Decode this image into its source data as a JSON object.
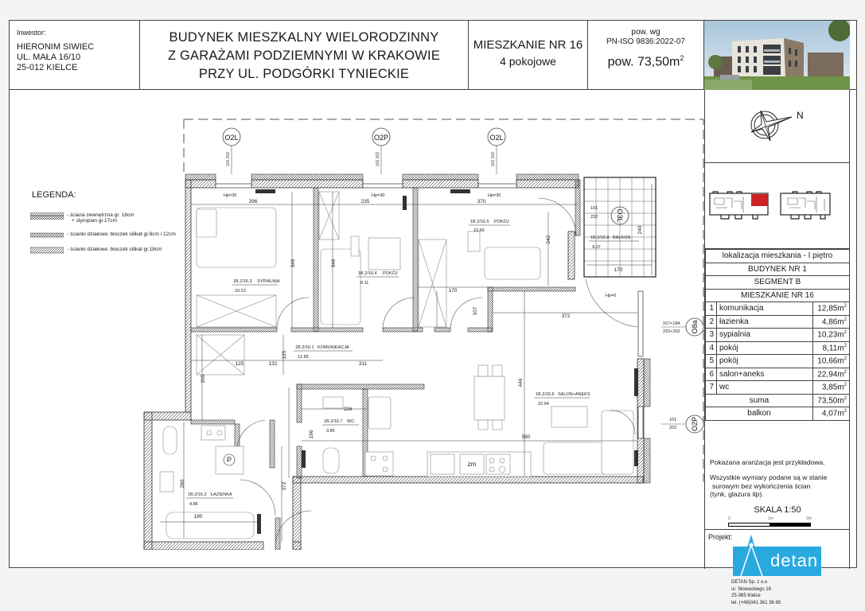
{
  "header": {
    "investor_label": "Inwestor:",
    "investor_lines": [
      "HIERONIM SIWIEC",
      "UL. MAŁA 16/10",
      "25-012 KIELCE"
    ],
    "title_lines": [
      "BUDYNEK MIESZKALNY WIELORODZINNY",
      "Z GARAŻAMI PODZIEMNYMI W KRAKOWIE",
      "PRZY UL. PODGÓRKI TYNIECKIE"
    ],
    "apartment_number": "MIESZKANIE NR 16",
    "rooms_count": "4 pokojowe",
    "standard_line1": "pow. wg",
    "standard_line2": "PN-ISO 9836:2022-07",
    "area_text": "pow. 73,50m",
    "area_sup": "2"
  },
  "compass": {
    "north_label": "N"
  },
  "legend": {
    "title": "LEGENDA:",
    "items": [
      {
        "line1": "- ściana zewnętrzna  gr. 18cm",
        "line2": "+ styropian gr.17cm"
      },
      {
        "line1": "- ścianki działowe: bloczek silikat gr.8cm i 12cm",
        "line2": ""
      },
      {
        "line1": "- ścianki działowe: bloczek silikat gr.18cm",
        "line2": ""
      }
    ]
  },
  "location_table": {
    "location": "lokalizacja mieszkania - I piętro",
    "building": "BUDYNEK NR 1",
    "segment": "SEGMENT  B",
    "apartment": "MIESZKANIE NR 16",
    "rooms": [
      {
        "num": "1",
        "name": "komunikacja",
        "area": "12,85m"
      },
      {
        "num": "2",
        "name": "łazienka",
        "area": "4,86m"
      },
      {
        "num": "3",
        "name": "sypialnia",
        "area": "10,23m"
      },
      {
        "num": "4",
        "name": "pokój",
        "area": "8,11m"
      },
      {
        "num": "5",
        "name": "pokój",
        "area": "10,66m"
      },
      {
        "num": "6",
        "name": "salon+aneks",
        "area": "22,94m"
      },
      {
        "num": "7",
        "name": "wc",
        "area": "3,85m"
      }
    ],
    "sum_label": "suma",
    "sum_value": "73,50m",
    "balcony_label": "balkon",
    "balcony_value": "4,07m",
    "unit_sup": "2"
  },
  "notes": {
    "note1": "Pokazana aranżacja jest przykładowa.",
    "note2_lines": [
      "Wszystkie wymiary podane są w stanie",
      "surowym bez wykończenia ścian",
      "(tynk, glazura itp)."
    ],
    "scale_label": "SKALA 1:50",
    "scale_ticks": [
      "0",
      "1m",
      "2m"
    ]
  },
  "project": {
    "label": "Projekt:",
    "logo_text": "detan",
    "company_lines": [
      "DETAN Sp. z o.o",
      "ul. Słowackiego 16",
      "25-365 Kielce",
      "tel. (+48)041 361 36 65"
    ]
  },
  "plan": {
    "window_tags": {
      "w1": "O2L",
      "w2": "O2P",
      "w3": "O2L",
      "w4": "O3L",
      "w5": "O8a",
      "w6": "O2P"
    },
    "window_dims": {
      "top": "101  202",
      "balcony": [
        "101",
        "232"
      ],
      "o8a": [
        "167+184",
        "232+202"
      ],
      "o2p": [
        "101",
        "202"
      ]
    },
    "rooms": [
      {
        "code": "1B.2/16.3",
        "name": "SYPIALNIA",
        "area": "10.23"
      },
      {
        "code": "1B.2/16.4",
        "name": "POKÓJ",
        "area": "8.11"
      },
      {
        "code": "1B.2/16.5",
        "name": "POKÓJ",
        "area": "10.66"
      },
      {
        "code": "1B.2/16.8",
        "name": "BALKON",
        "area": "4.07"
      },
      {
        "code": "1B.2/16.1",
        "name": "KOMUNIKACJA",
        "area": "12.85"
      },
      {
        "code": "1B.2/16.6",
        "name": "SALON+ANEKS",
        "area": "22.94"
      },
      {
        "code": "1B.2/16.7",
        "name": "WC",
        "area": "3.85"
      },
      {
        "code": "1B.2/16.2",
        "name": "ŁAZIENKA",
        "area": "4.86"
      }
    ],
    "dims": {
      "d296": "296",
      "d235": "235",
      "d370": "370",
      "d349a": "349",
      "d349b": "349",
      "d242": "242",
      "d240": "240",
      "d170a": "170",
      "d170b": "170",
      "d372a": "372",
      "d107": "107",
      "d125a": "125",
      "d132": "132",
      "d311": "311",
      "d125b": "125",
      "d205": "205",
      "d446": "446",
      "d226": "226",
      "d196": "196",
      "d372b": "372",
      "d590": "590",
      "d280": "280",
      "d190": "190"
    },
    "hp": {
      "hp30": "Hp=30",
      "hp0": "Hp=0"
    },
    "fixtures": {
      "p": "P",
      "zm": "zm"
    }
  }
}
